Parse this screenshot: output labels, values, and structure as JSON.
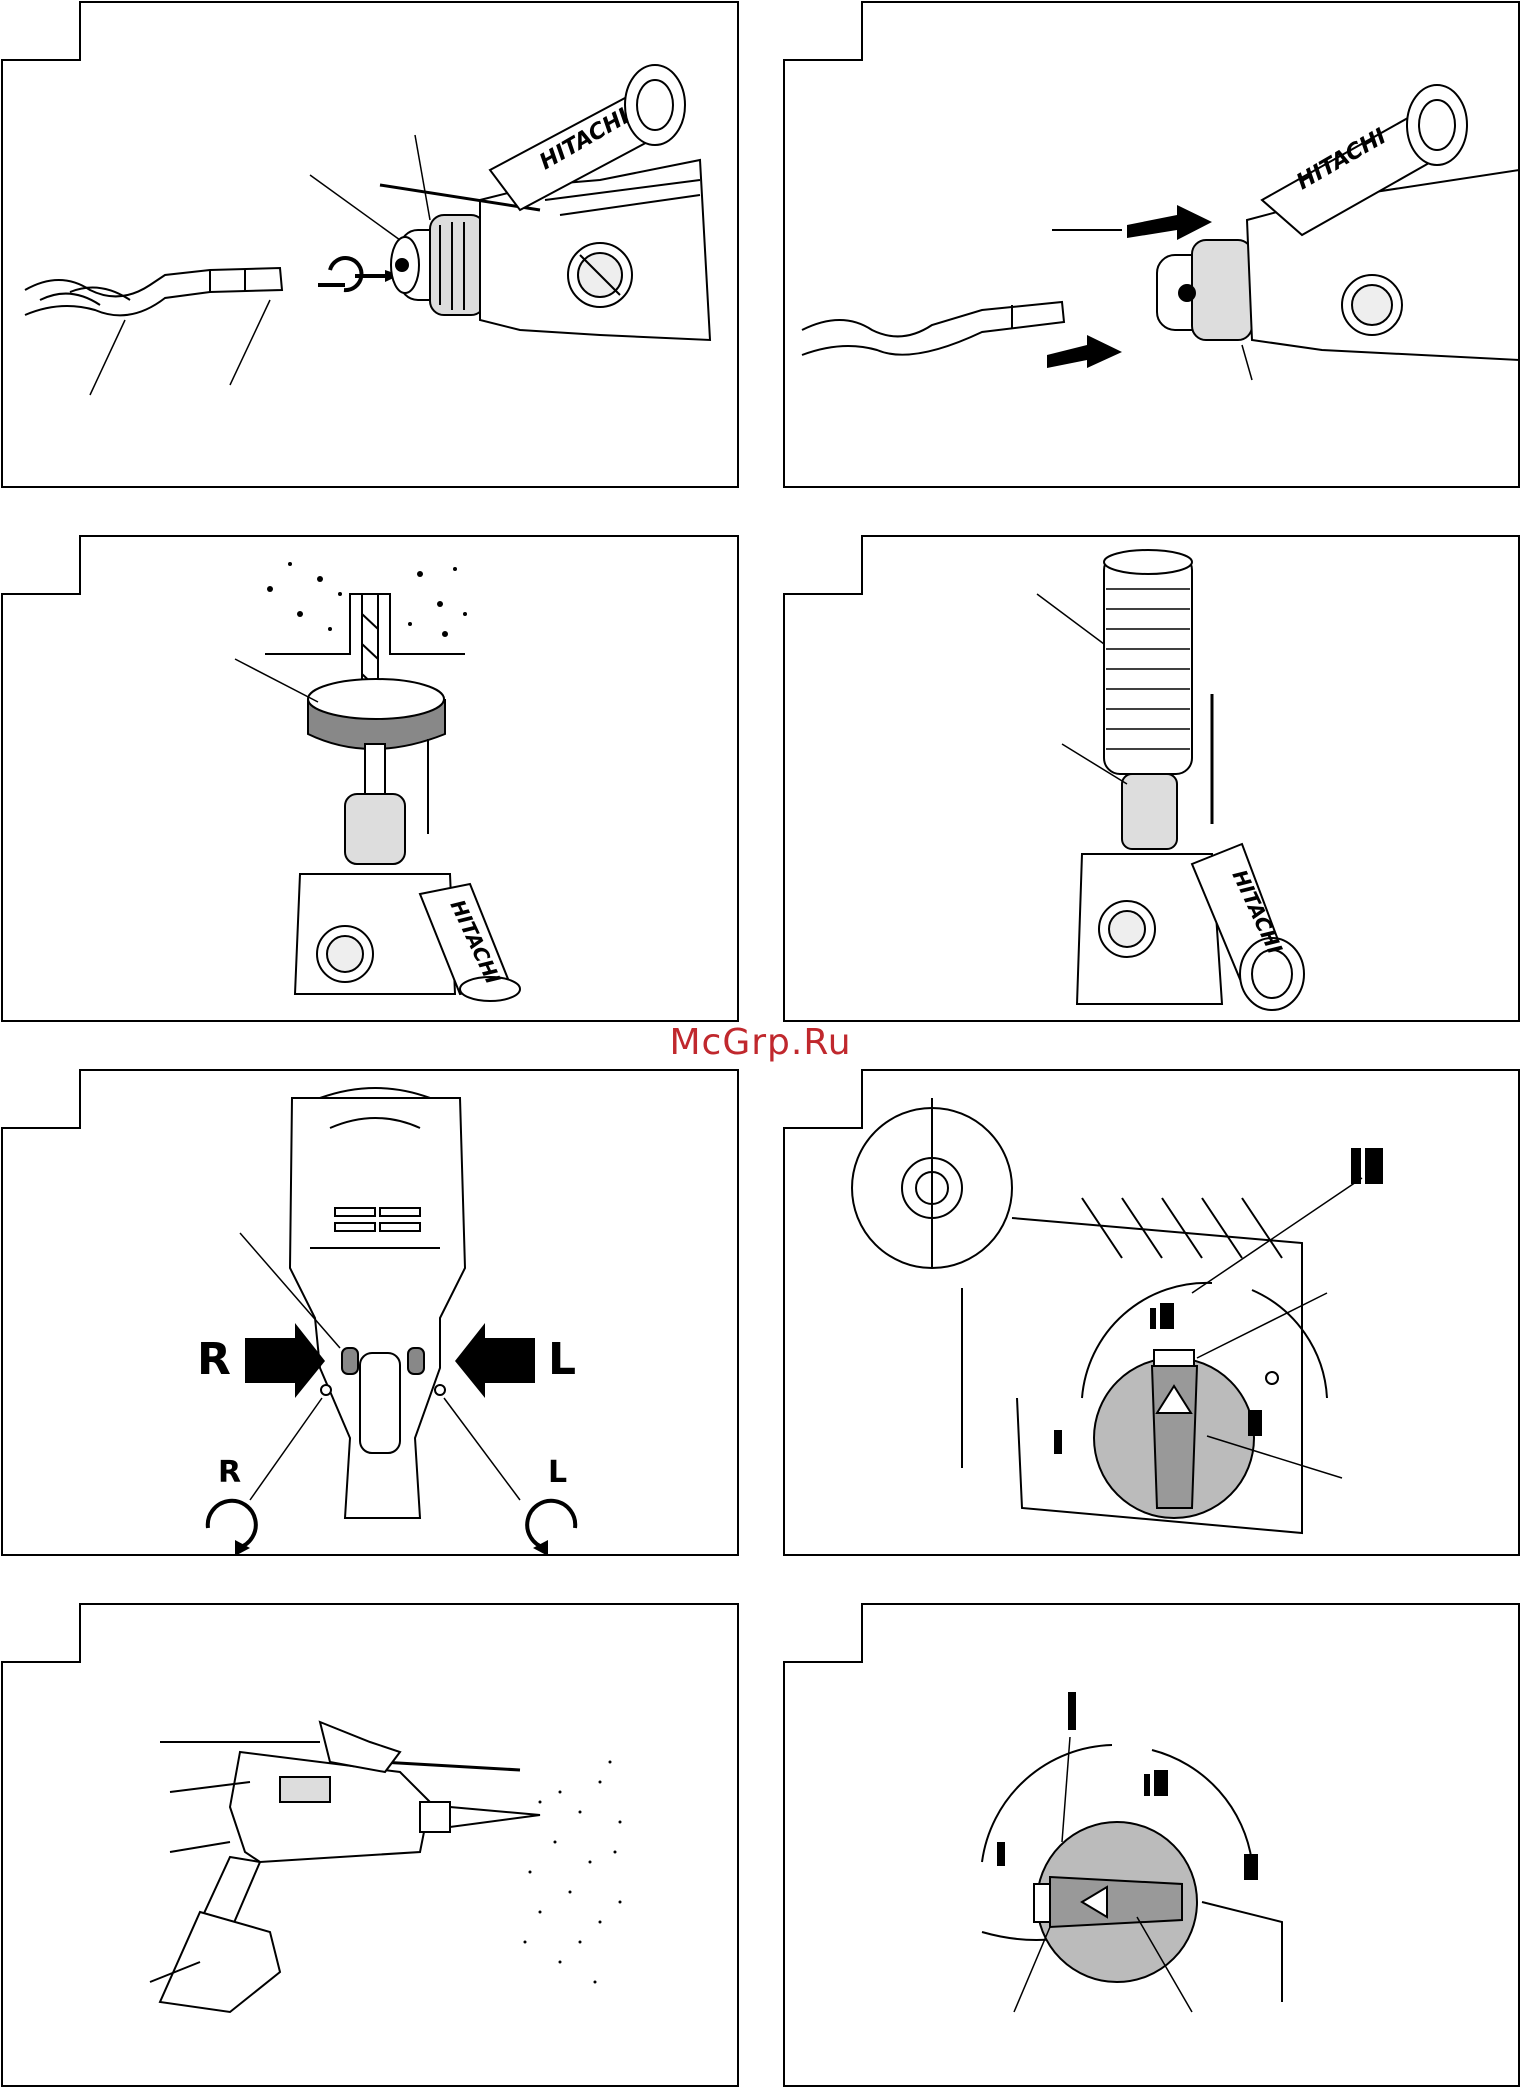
{
  "watermark": "McGrp.Ru",
  "brand": "HITACHI",
  "labels": {
    "right": "R",
    "left": "L",
    "right_circle": "R",
    "left_circle": "L"
  },
  "icons": {
    "mode_hammer_rotation": "hammer-drill-icon",
    "mode_rotation": "drill-icon",
    "mode_hammer": "hammer-icon"
  }
}
